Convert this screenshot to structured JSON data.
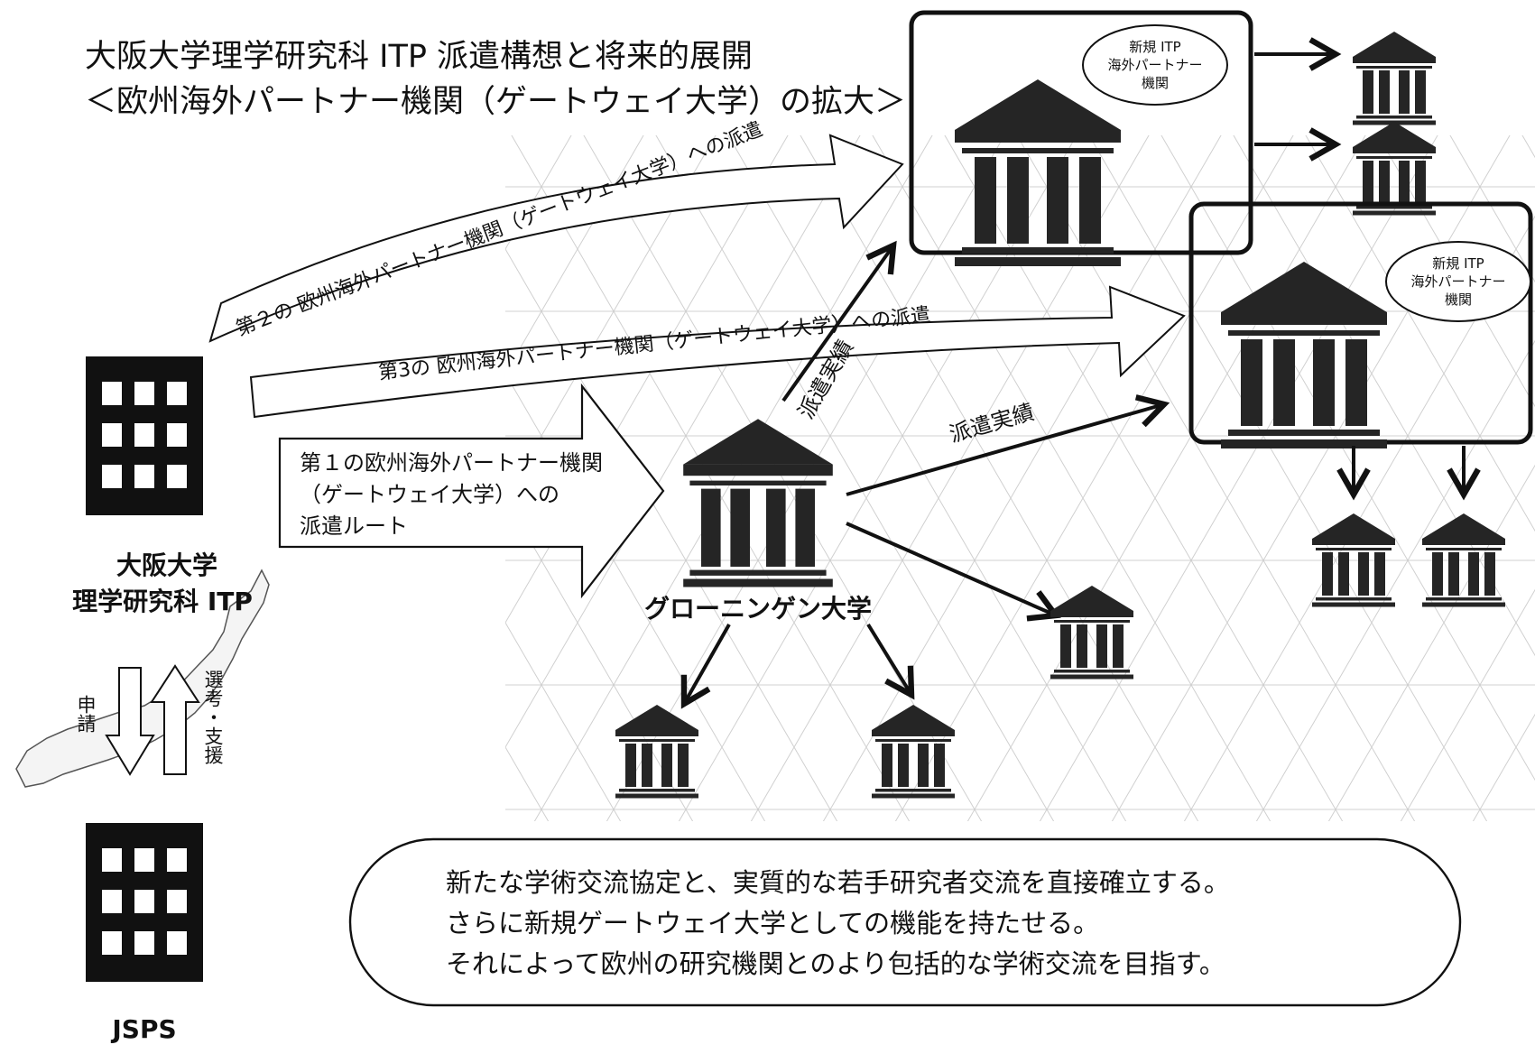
{
  "title": {
    "line1": "大阪大学理学研究科 ITP 派遣構想と将来的展開",
    "line2": "＜欧州海外パートナー機関（ゲートウェイ大学）の拡大＞"
  },
  "routes": {
    "first": {
      "line1": "第１の欧州海外パートナー機関",
      "line2": "（ゲートウェイ大学）への",
      "line3": "派遣ルート"
    },
    "second": "第２の 欧州海外パートナー機関（ゲートウェイ大学）への派遣",
    "third": "第3の 欧州海外パートナー機関（ゲートウェイ大学）への派遣"
  },
  "osaka": {
    "line1": "大阪大学",
    "line2": "理学研究科 ITP"
  },
  "jsps": "JSPS",
  "apply_label": "申請",
  "support_label": "選考・支援",
  "groningen": "グローニンゲン大学",
  "dispatch_result": "派遣実績",
  "new_partner": {
    "line1": "新規 ITP",
    "line2": "海外パートナー",
    "line3": "機関"
  },
  "summary": {
    "line1": "新たな学術交流協定と、実質的な若手研究者交流を直接確立する。",
    "line2": "さらに新規ゲートウェイ大学としての機能を持たせる。",
    "line3": "それによって欧州の研究機関とのより包括的な学術交流を目指す。"
  }
}
